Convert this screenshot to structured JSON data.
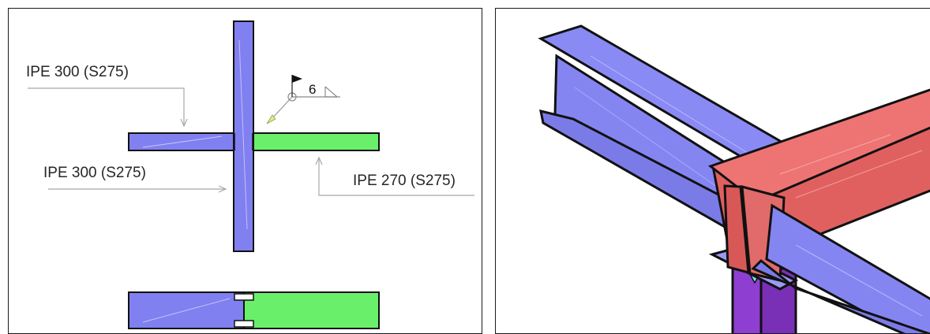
{
  "plan_view": {
    "labels": {
      "beam_top": "IPE 300 (S275)",
      "column": "IPE 300 (S275)",
      "secondary_beam": "IPE 270 (S275)"
    },
    "weld": {
      "size": "6"
    }
  },
  "colors": {
    "primary_member": "#8080f0",
    "secondary_member": "#6aef6a",
    "main_beam_3d": "#e86666",
    "column_3d": "#8e3ed0",
    "stiffener_3d": "#7fe7e7",
    "outline": "#111111",
    "leader_line": "#b5b5b5"
  }
}
